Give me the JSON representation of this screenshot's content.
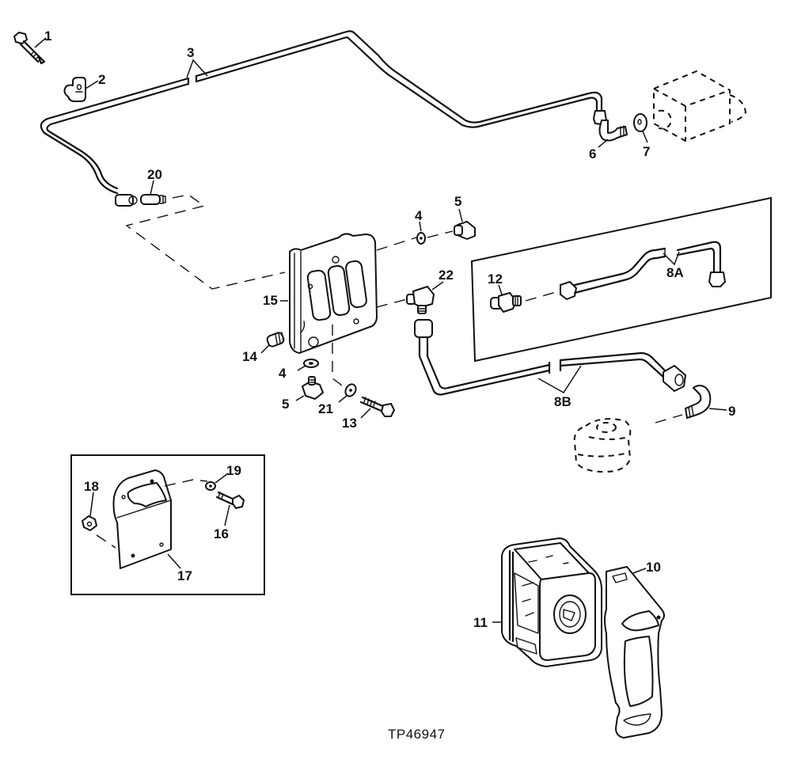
{
  "figure": {
    "type": "exploded parts diagram",
    "figure_id": "TP46947"
  },
  "callouts": {
    "c1": "1",
    "c2": "2",
    "c3": "3",
    "c4a": "4",
    "c4b": "4",
    "c5a": "5",
    "c5b": "5",
    "c6": "6",
    "c7": "7",
    "c8a": "8A",
    "c8b": "8B",
    "c9": "9",
    "c10": "10",
    "c11": "11",
    "c12": "12",
    "c13": "13",
    "c14": "14",
    "c15": "15",
    "c16": "16",
    "c17": "17",
    "c18": "18",
    "c19": "19",
    "c20": "20",
    "c21": "21",
    "c22": "22"
  },
  "parts": [
    {
      "ref": "1",
      "depicts": "cap screw"
    },
    {
      "ref": "2",
      "depicts": "clamp"
    },
    {
      "ref": "3",
      "depicts": "line (tube)"
    },
    {
      "ref": "4",
      "depicts": "washer"
    },
    {
      "ref": "5",
      "depicts": "nut"
    },
    {
      "ref": "6",
      "depicts": "elbow fitting"
    },
    {
      "ref": "7",
      "depicts": "washer"
    },
    {
      "ref": "8A",
      "depicts": "line (tube)"
    },
    {
      "ref": "8B",
      "depicts": "line (tube)"
    },
    {
      "ref": "9",
      "depicts": "elbow fitting"
    },
    {
      "ref": "10",
      "depicts": "bracket"
    },
    {
      "ref": "11",
      "depicts": "housing"
    },
    {
      "ref": "12",
      "depicts": "fitting"
    },
    {
      "ref": "13",
      "depicts": "cap screw"
    },
    {
      "ref": "14",
      "depicts": "plug"
    },
    {
      "ref": "15",
      "depicts": "manifold block"
    },
    {
      "ref": "16",
      "depicts": "cap screw"
    },
    {
      "ref": "17",
      "depicts": "bracket"
    },
    {
      "ref": "18",
      "depicts": "nut"
    },
    {
      "ref": "19",
      "depicts": "washer"
    },
    {
      "ref": "20",
      "depicts": "fitting"
    },
    {
      "ref": "21",
      "depicts": "washer"
    },
    {
      "ref": "22",
      "depicts": "elbow fitting"
    }
  ]
}
